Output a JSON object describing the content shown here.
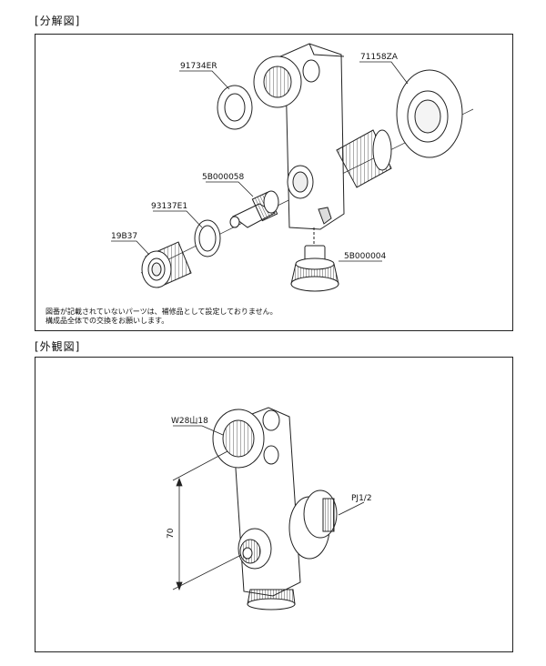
{
  "exploded": {
    "title": "[分解図]",
    "parts": {
      "p1": "91734ER",
      "p2": "71158ZA",
      "p3": "5B000058",
      "p4": "93137E1",
      "p5": "19B37",
      "p6": "5B000004"
    },
    "note_line1": "図番が記載されていないパーツは、補修品として設定しておりません。",
    "note_line2": "構成品全体での交換をお願いします。"
  },
  "external": {
    "title": "[外観図]",
    "thread_label": "W28山18",
    "pipe_label": "PJ1/2",
    "dimension_label": "70"
  }
}
